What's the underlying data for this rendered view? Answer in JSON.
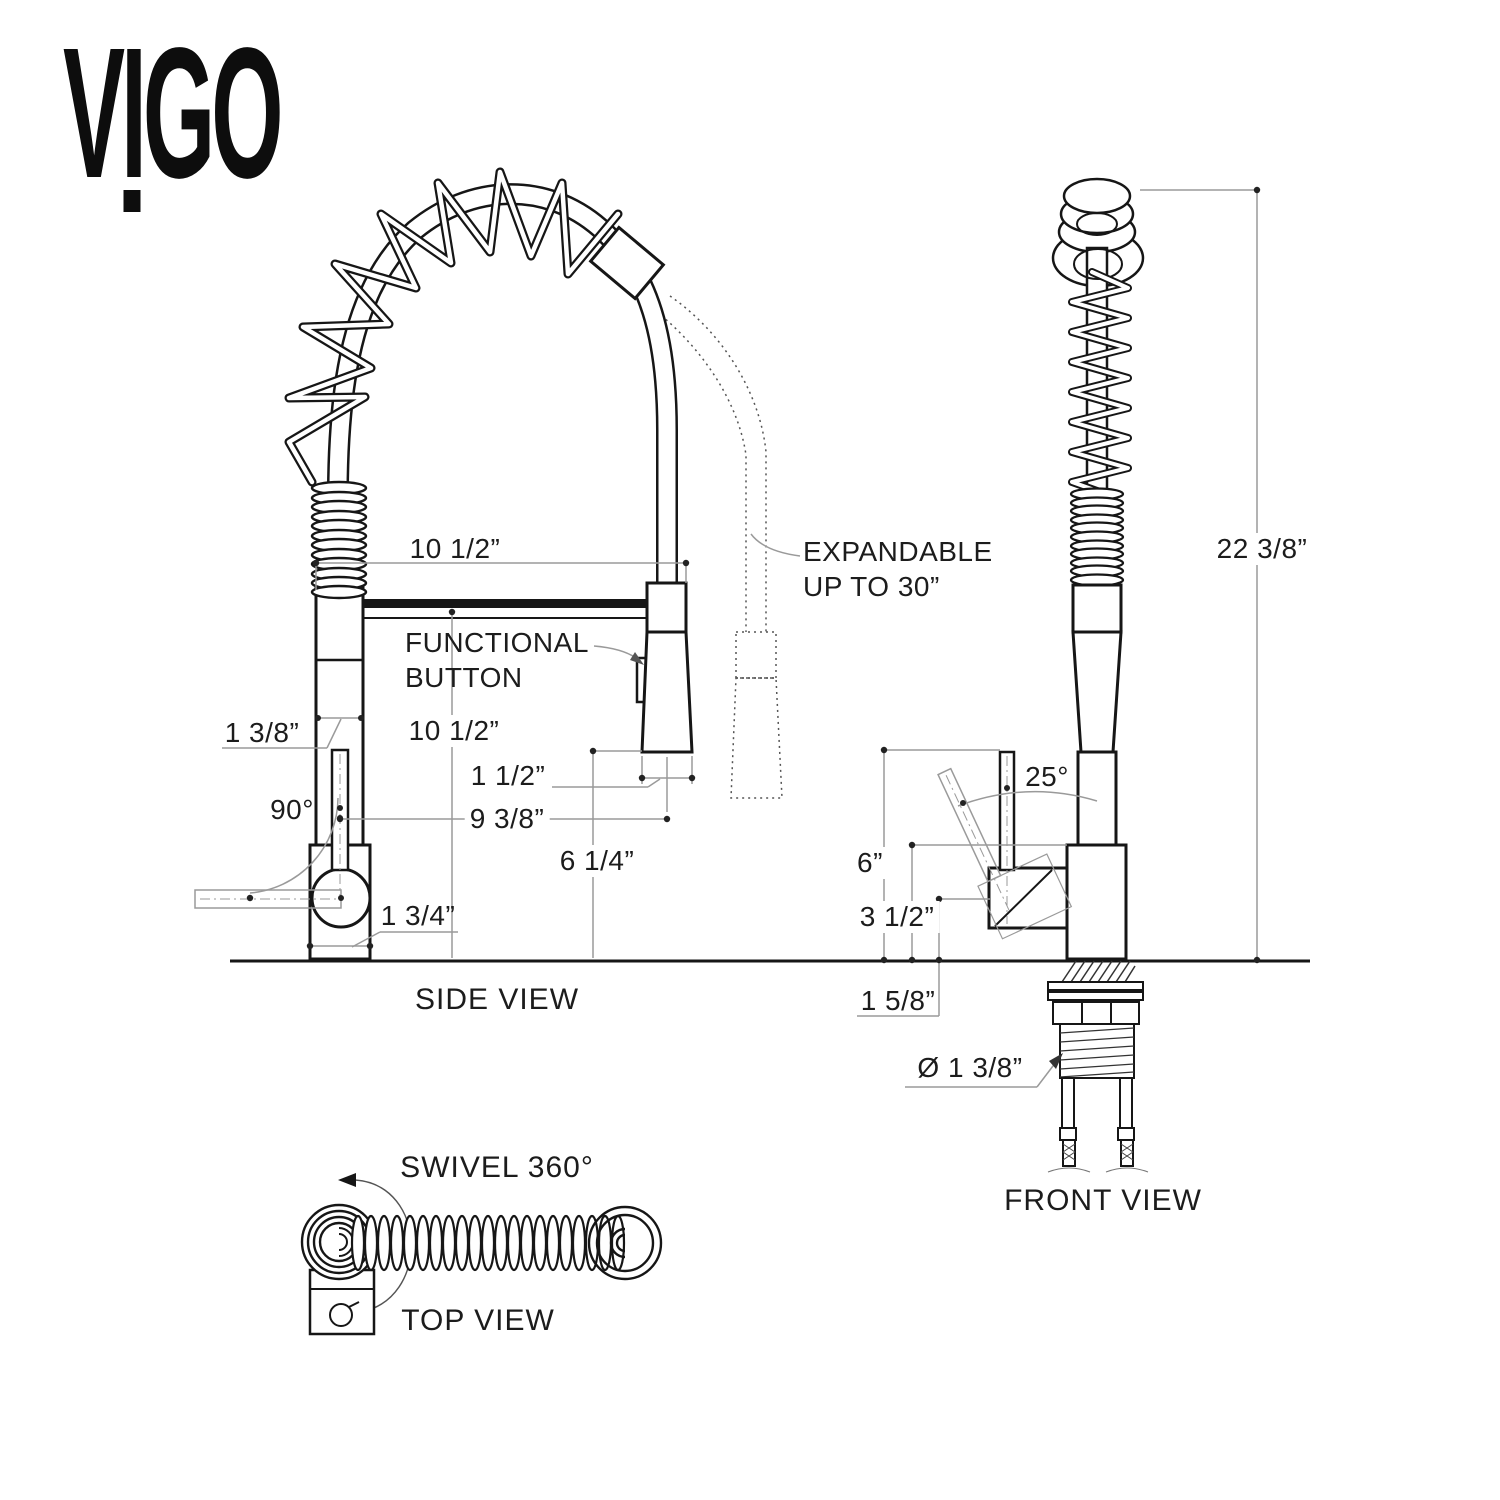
{
  "logo": {
    "letters": [
      "V",
      "I",
      "G",
      "O"
    ]
  },
  "side_view": {
    "caption": "SIDE VIEW",
    "functional_button_label": "FUNCTIONAL BUTTON",
    "dims": {
      "arch_width": "10 1/2”",
      "spout_height": "10 1/2”",
      "body_diameter": "1 3/8”",
      "handle_angle": "90°",
      "spray_width": "1 1/2”",
      "reach": "9 3/8”",
      "spray_clearance": "6 1/4”",
      "base_width": "1 3/4”"
    }
  },
  "hose_note": {
    "label": "EXPANDABLE UP TO 30”"
  },
  "front_view": {
    "caption": "FRONT VIEW",
    "dims": {
      "total_height": "22 3/8”",
      "handle_angle": "25°",
      "handle_height": "6”",
      "base_height": "3 1/2”",
      "deck_clearance": "1 5/8”",
      "shank_diameter": "Ø 1 3/8”"
    }
  },
  "top_view": {
    "caption": "TOP VIEW",
    "swivel_label": "SWIVEL 360°"
  },
  "colors": {
    "line": "#161616",
    "dim": "#9a9a9a",
    "text": "#1c1c1c",
    "background": "#ffffff"
  }
}
